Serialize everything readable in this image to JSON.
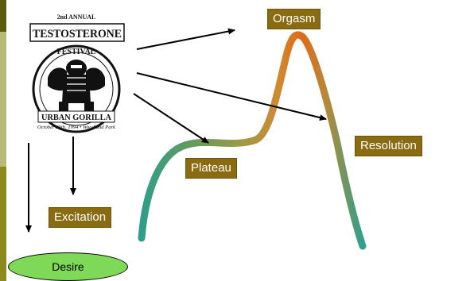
{
  "labels": {
    "orgasm": "Orgasm",
    "resolution": "Resolution",
    "plateau": "Plateau",
    "excitation": "Excitation",
    "desire": "Desire"
  },
  "logo": {
    "top_badge": "2nd ANNUAL",
    "title": "TESTOSTERONE",
    "subtitle": "FESTIVAL",
    "footer": "URBAN GORILLA",
    "ring_text": "October 29th, 1994 • Woodland Park"
  },
  "colors": {
    "label_box": "#8b6b12",
    "desire_fill": "#7ed957",
    "sidebar": "#7f7f1a",
    "curve_teal": "#2e9e8a",
    "curve_olive": "#8a8a3a",
    "curve_orange": "#e07020"
  }
}
